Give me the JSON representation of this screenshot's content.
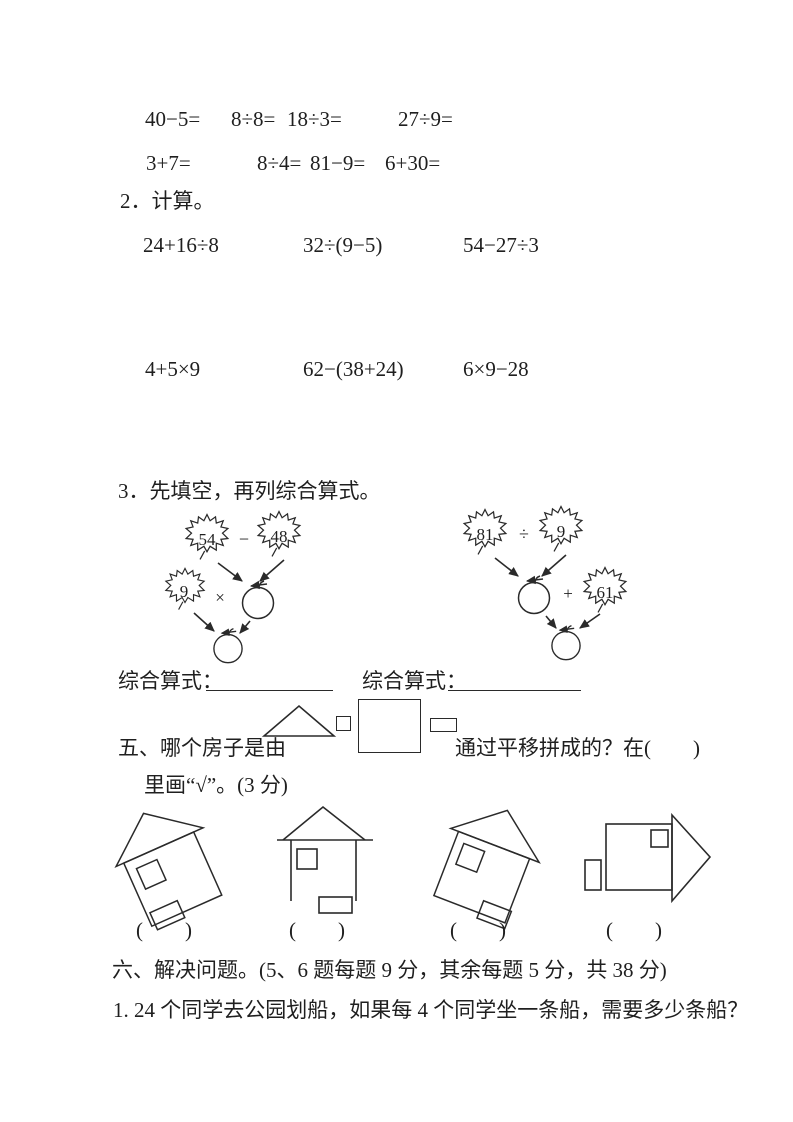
{
  "colors": {
    "ink": "#1f1f1f",
    "paper": "#ffffff"
  },
  "oral": {
    "row1": {
      "c0": "40−5=",
      "c1": "8÷8=",
      "c2": "18÷3=",
      "c3": "27÷9="
    },
    "row2": {
      "c0": "3+7=",
      "c1": "8÷4=",
      "c2": "81−9=",
      "c3": "6+30="
    }
  },
  "calc": {
    "title": "2．计算。",
    "row1": {
      "c0": "24+16÷8",
      "c1": "32÷(9−5)",
      "c2": "54−27÷3"
    },
    "row2": {
      "c0": "4+5×9",
      "c1": "62−(38+24)",
      "c2": "6×9−28"
    }
  },
  "fill": {
    "title": "3．先填空，再列综合算式。",
    "left": {
      "leaf1": "54",
      "op1": "−",
      "leaf2": "48",
      "leaf3": "9",
      "op2": "×"
    },
    "right": {
      "leaf1": "81",
      "op1": "÷",
      "leaf2": "9",
      "op2": "+",
      "leaf3": "61"
    },
    "answer1_label": "综合算式：",
    "answer2_label": "综合算式："
  },
  "translate": {
    "q_pre": "五、哪个房子是由",
    "q_post": "通过平移拼成的？在(　　)",
    "q_line2": "里画“√”。(3 分)",
    "paren1": "(　　)",
    "paren2": "(　　)",
    "paren3": "(　　)",
    "paren4": "(　　)"
  },
  "solve": {
    "title": "六、解决问题。(5、6 题每题 9 分，其余每题 5 分，共 38 分)",
    "q1": "1. 24 个同学去公园划船，如果每 4 个同学坐一条船，需要多少条船？"
  }
}
